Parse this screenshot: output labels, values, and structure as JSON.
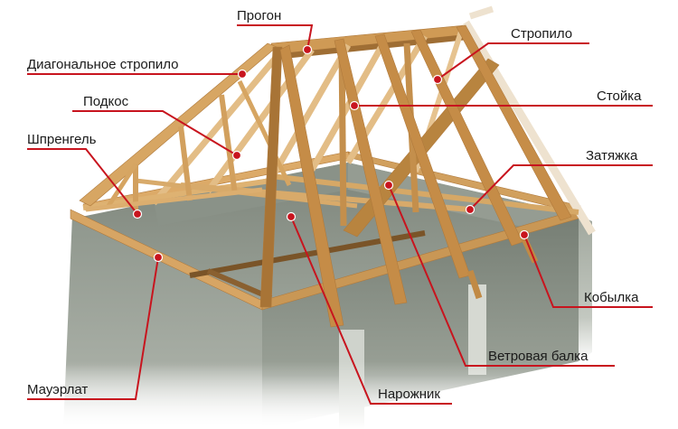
{
  "labels": {
    "progon": "Прогон",
    "diagonal_rafter": "Диагональное стропило",
    "podkos": "Подкос",
    "shprengel": "Шпренгель",
    "mauerlat": "Мауэрлат",
    "stropilo": "Стропило",
    "stoyka": "Стойка",
    "zatyazhka": "Затяжка",
    "kobylka": "Кобылка",
    "wind_beam": "Ветровая балка",
    "narozhnik": "Нарожник"
  },
  "colors": {
    "leader": "#c8141e",
    "wood": "#d9a866",
    "wood_shadow": "#a9773a",
    "concrete": "#8e958c",
    "concrete_dark": "#6f776d"
  }
}
